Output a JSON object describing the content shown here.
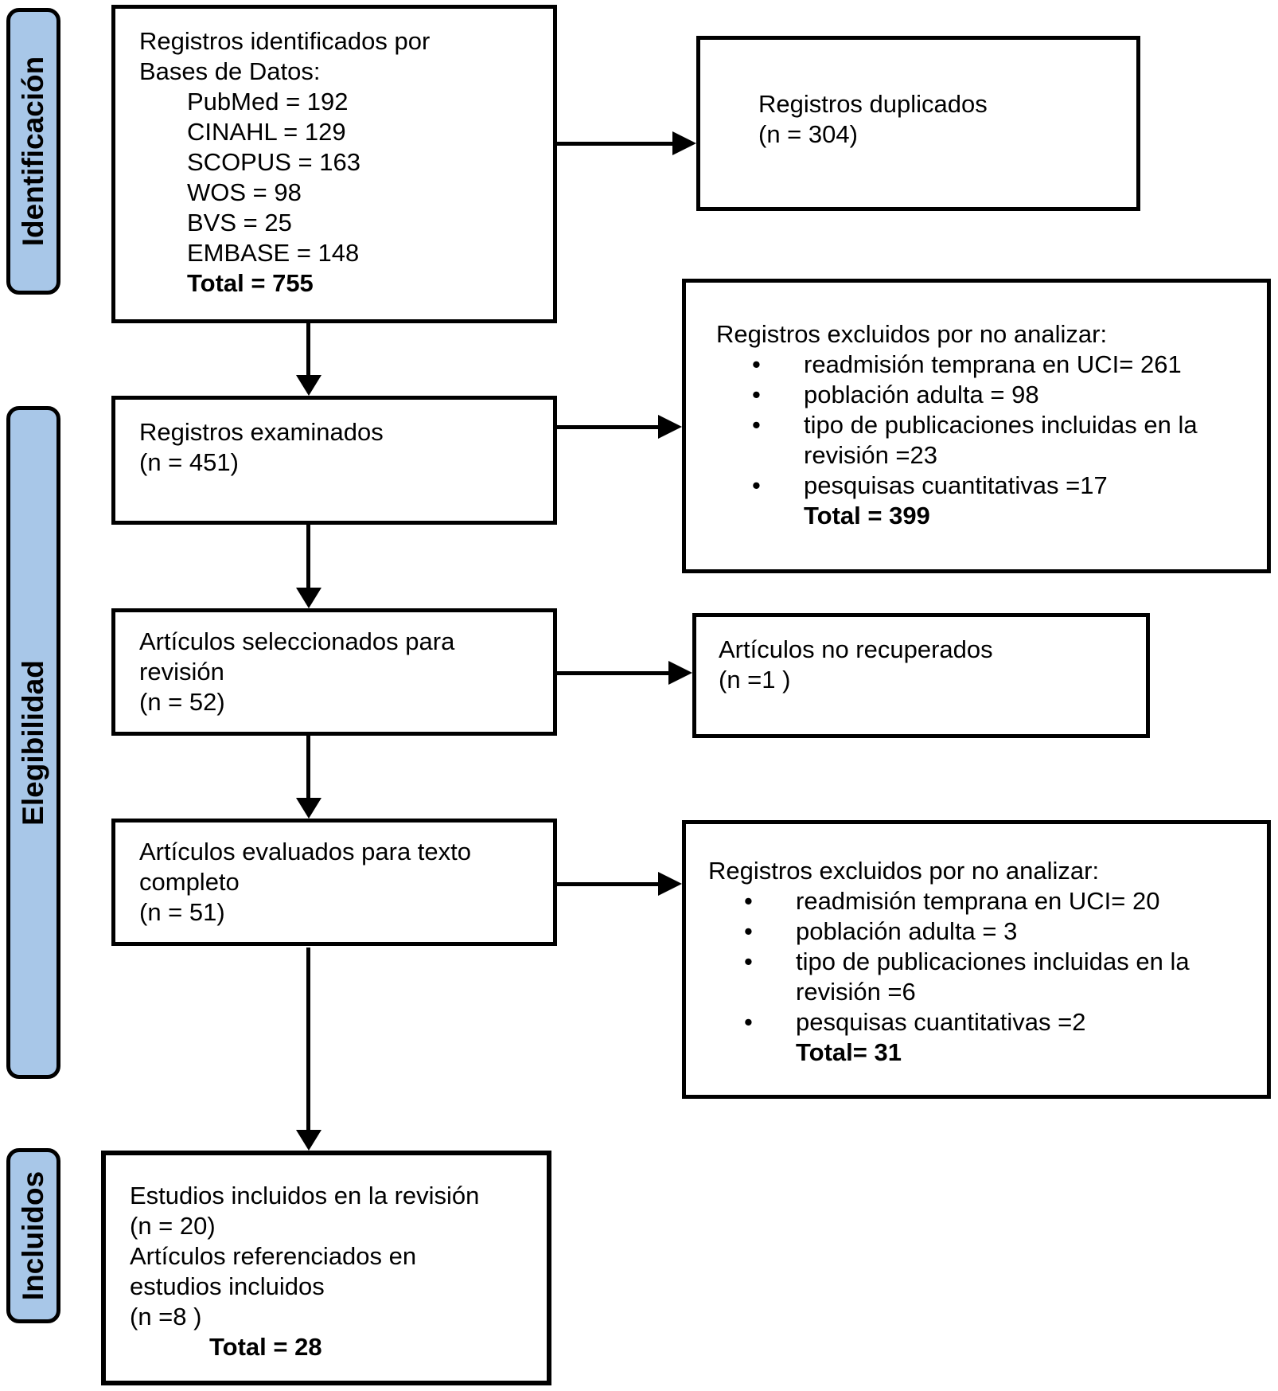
{
  "ui": {
    "bullet": "•"
  },
  "colors": {
    "stage_fill": "#A8C7E8",
    "stage_border": "#000000",
    "box_border": "#000000",
    "arrow": "#000000",
    "background": "#FFFFFF",
    "text": "#000000"
  },
  "sidebar_stages": [
    {
      "id": "identificacion",
      "label": "Identificación"
    },
    {
      "id": "elegibilidad",
      "label": "Elegibilidad"
    },
    {
      "id": "incluidos",
      "label": "Incluidos"
    }
  ],
  "flow": {
    "identified": {
      "title_lines": [
        "Registros identificados por",
        "Bases de Datos:"
      ],
      "databases": [
        "PubMed = 192",
        "CINAHL = 129",
        "SCOPUS = 163",
        "WOS = 98",
        "BVS = 25",
        "EMBASE = 148"
      ],
      "total": "Total = 755"
    },
    "screened": {
      "lines": [
        "Registros examinados",
        "(n = 451)"
      ]
    },
    "selected": {
      "lines": [
        "Artículos seleccionados para",
        "revisión",
        "(n = 52)"
      ]
    },
    "fulltext": {
      "lines": [
        "Artículos evaluados para texto",
        "completo",
        "(n = 51)"
      ]
    },
    "included": {
      "lines": [
        "Estudios incluidos en la revisión",
        "(n = 20)",
        "Artículos referenciados en",
        "estudios incluidos",
        "(n =8 )"
      ],
      "total": "Total = 28"
    }
  },
  "side_boxes": {
    "duplicates": {
      "lines": [
        "Registros duplicados",
        "(n = 304)"
      ]
    },
    "excluded_screening": {
      "title": "Registros excluidos por no analizar:",
      "bullets": [
        "readmisión temprana en UCI= 261",
        "población adulta = 98",
        "tipo de publicaciones incluidas en la revisión =23",
        "pesquisas cuantitativas =17"
      ],
      "total": "Total = 399"
    },
    "not_retrieved": {
      "lines": [
        "Artículos no recuperados",
        "(n =1 )"
      ]
    },
    "excluded_fulltext": {
      "title": "Registros excluidos por no analizar:",
      "bullets": [
        "readmisión temprana en UCI= 20",
        "población adulta = 3",
        "tipo de publicaciones incluidas en la revisión =6",
        "pesquisas cuantitativas =2"
      ],
      "total": "Total= 31"
    }
  }
}
